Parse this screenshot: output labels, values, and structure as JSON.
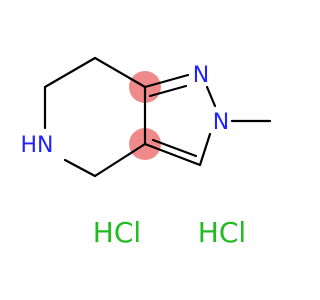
{
  "molecule": {
    "atoms": {
      "n1": "N",
      "n2": "N",
      "nh": "HN"
    },
    "salts": [
      "HCl",
      "HCl"
    ]
  },
  "colors": {
    "bond": "#000000",
    "nitrogen": "#2222ff",
    "chlorine": "#22bb22",
    "highlight": "#f08a8a"
  }
}
